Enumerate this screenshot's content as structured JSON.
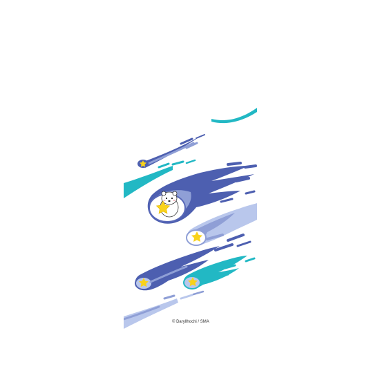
{
  "artwork": {
    "copyright": "© Daryllhochi / SMA",
    "icons": [
      "comet",
      "star",
      "polar-bear"
    ],
    "colors": {
      "background": "#ffffff",
      "navy": "#4d5fb0",
      "periwinkle": "#8f9fd6",
      "pale_blue": "#b9c7ec",
      "teal": "#22b8c4",
      "star_yellow": "#f9d21a",
      "outline": "#5868b8"
    }
  }
}
